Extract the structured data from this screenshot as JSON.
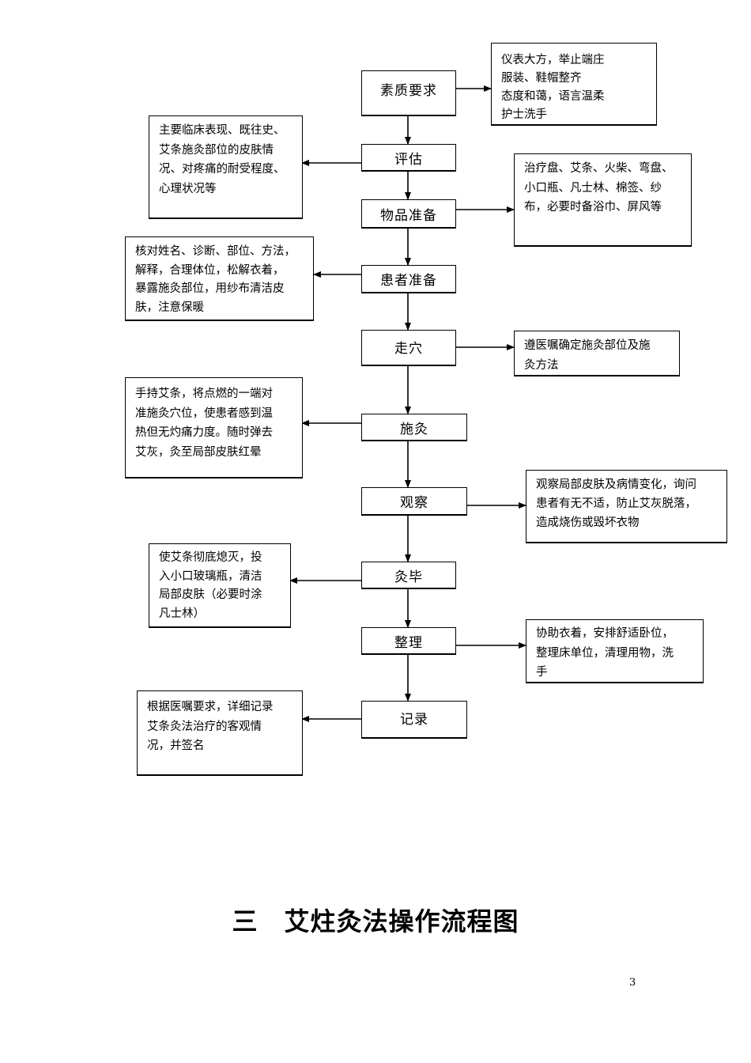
{
  "steps": [
    "素质要求",
    "评估",
    "物品准备",
    "患者准备",
    "走穴",
    "施灸",
    "观察",
    "灸毕",
    "整理",
    "记录"
  ],
  "notes": {
    "suzhi": [
      "仪表大方，举止端庄",
      "服装、鞋帽整齐",
      "态度和蔼，语言温柔",
      "护士洗手"
    ],
    "pinggu": [
      "主要临床表现、既往史、",
      "艾条施灸部位的皮肤情",
      "况、对疼痛的耐受程度、",
      "心理状况等"
    ],
    "wupin": [
      "治疗盘、艾条、火柴、弯盘、",
      "小口瓶、凡士林、棉签、纱",
      "布，必要时备浴巾、屏风等"
    ],
    "huanzhe": [
      "核对姓名、诊断、部位、方法，",
      "解释，合理体位，松解衣着，",
      "暴露施灸部位，用纱布清洁皮",
      "肤，注意保暖"
    ],
    "zouxue": [
      "遵医嘱确定施灸部位及施",
      "灸方法"
    ],
    "shijiu": [
      "手持艾条，将点燃的一端对",
      "准施灸穴位，使患者感到温",
      "热但无灼痛力度。随时弹去",
      "艾灰，灸至局部皮肤红晕"
    ],
    "guancha": [
      "观察局部皮肤及病情变化，询问",
      "患者有无不适，防止艾灰脱落，",
      "造成烧伤或毁坏衣物"
    ],
    "jiubi": [
      "使艾条彻底熄灭，投",
      "入小口玻璃瓶，清洁",
      "局部皮肤（必要时涂",
      "凡士林）"
    ],
    "zhengli": [
      "协助衣着，安排舒适卧位，",
      "整理床单位，清理用物，洗",
      "手"
    ],
    "jilu": [
      "根据医嘱要求，详细记录",
      "艾条灸法治疗的客观情",
      "况，并签名"
    ]
  },
  "title": "三　艾炷灸法操作流程图",
  "page_number": "3"
}
